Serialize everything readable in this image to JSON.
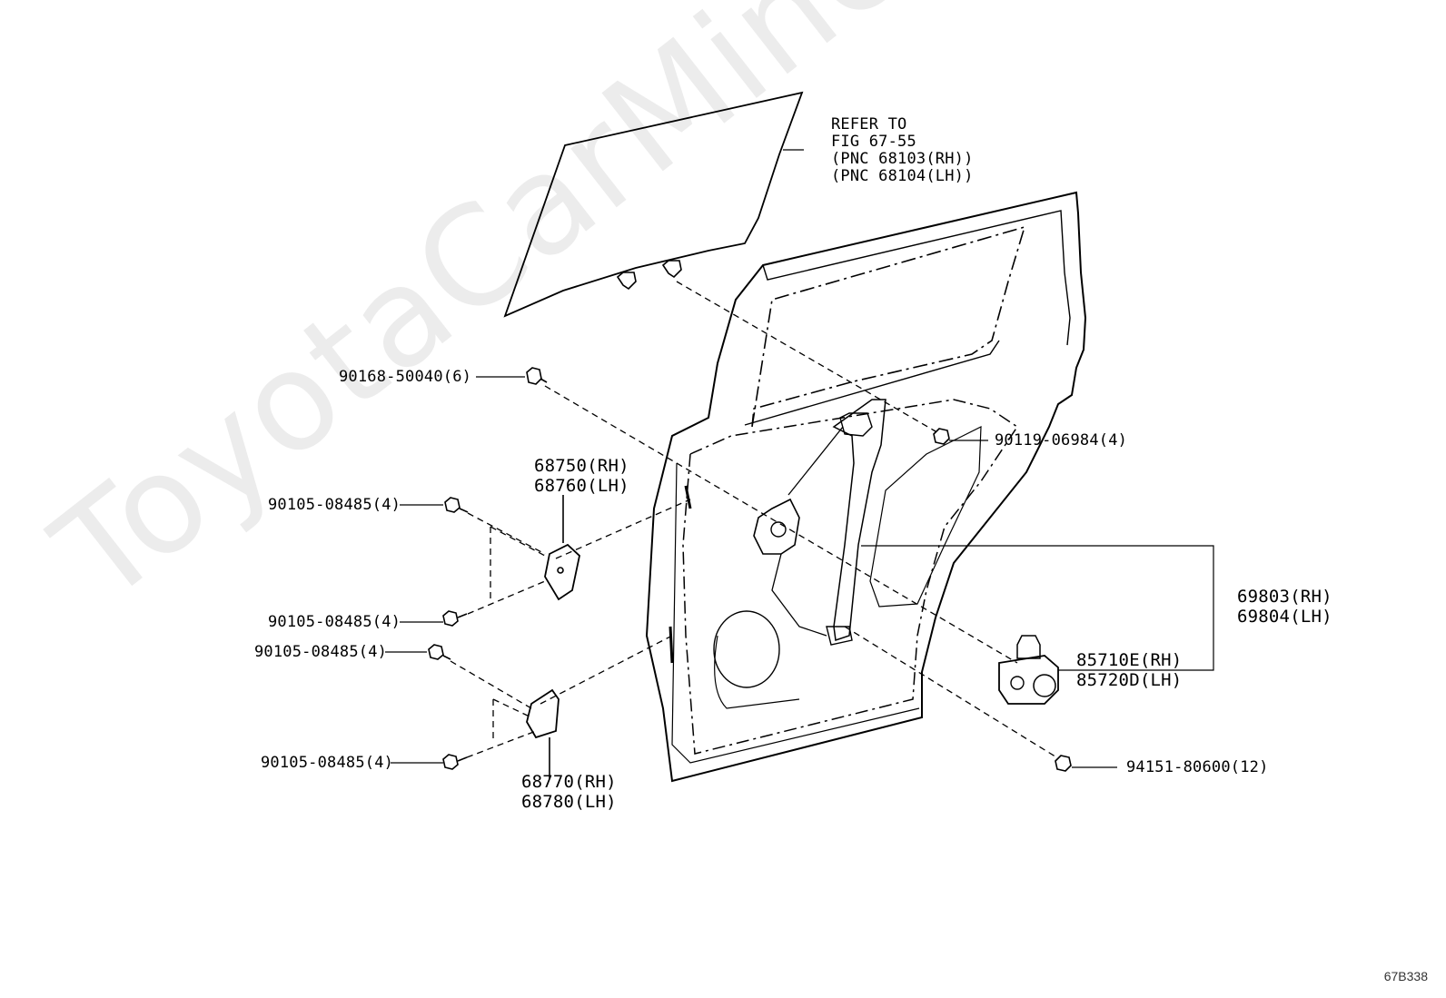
{
  "watermark": "ToyotaCarMine.ru",
  "figure_code": "67B338",
  "labels": {
    "refer_line1": "REFER TO",
    "refer_line2": "FIG 67-55",
    "refer_line3": "(PNC 68103(RH))",
    "refer_line4": "(PNC 68104(LH))",
    "bolt_90168": "90168-50040(6)",
    "bolt_90119": "90119-06984(4)",
    "hinge_upper_rh": "68750(RH)",
    "hinge_upper_lh": "68760(LH)",
    "bolt_90105_a": "90105-08485(4)",
    "bolt_90105_b": "90105-08485(4)",
    "bolt_90105_c": "90105-08485(4)",
    "bolt_90105_d": "90105-08485(4)",
    "regulator_rh": "69803(RH)",
    "regulator_lh": "69804(LH)",
    "motor_rh": "85710E(RH)",
    "motor_lh": "85720D(LH)",
    "nut_94151": "94151-80600(12)",
    "hinge_lower_rh": "68770(RH)",
    "hinge_lower_lh": "68780(LH)"
  }
}
